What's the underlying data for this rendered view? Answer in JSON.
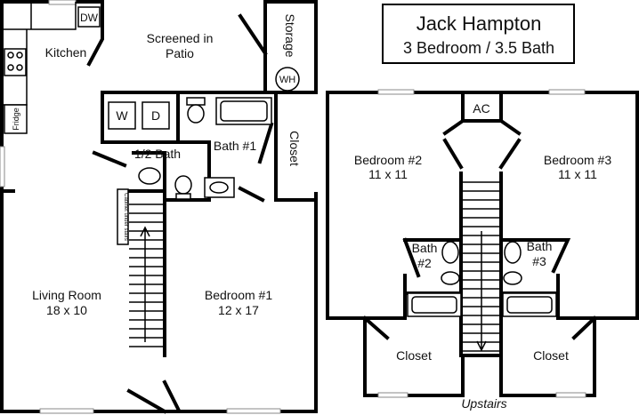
{
  "title": {
    "name": "Jack Hampton",
    "subtitle": "3 Bedroom / 3.5 Bath"
  },
  "ground": {
    "dw": "DW",
    "kitchen": "Kitchen",
    "patio_line1": "Screened in",
    "patio_line2": "Patio",
    "storage": "Storage",
    "wh": "WH",
    "washer": "W",
    "dryer": "D",
    "bath1": "Bath #1",
    "closet": "Closet",
    "half_bath": "1/2 Bath",
    "fridge": "Fridge",
    "cabinet": "Cabinet under stairs",
    "living_name": "Living Room",
    "living_size": "18 x 10",
    "bed1_name": "Bedroom #1",
    "bed1_size": "12 x 17"
  },
  "upstairs": {
    "ac": "AC",
    "bed2_name": "Bedroom #2",
    "bed2_size": "11 x 11",
    "bed3_name": "Bedroom #3",
    "bed3_size": "11 x 11",
    "bath2_line1": "Bath",
    "bath2_line2": "#2",
    "bath3_line1": "Bath",
    "bath3_line2": "#3",
    "closet_left": "Closet",
    "closet_right": "Closet",
    "caption": "Upstairs"
  }
}
